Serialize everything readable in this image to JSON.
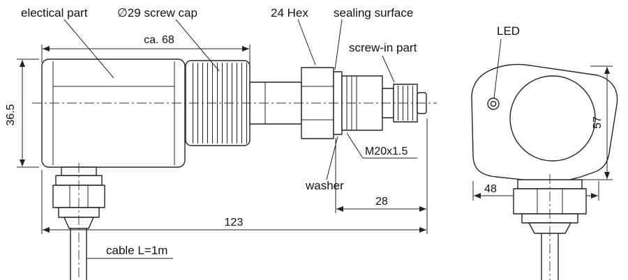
{
  "drawing": {
    "title": "pressure sensor dimensional drawing",
    "colors": {
      "ink": "#1a1a1a",
      "background": "#ffffff"
    }
  },
  "labels": {
    "electrical_part": "electical part",
    "screw_cap": "∅29 screw cap",
    "hex": "24 Hex",
    "sealing_surface": "sealing surface",
    "screw_in_part": "screw-in part",
    "washer": "washer",
    "led": "LED",
    "cable": "cable L=1m"
  },
  "dimensions": {
    "length_cap": "ca. 68",
    "body_height": "36.5",
    "thread": "M20x1.5",
    "tip_length": "28",
    "total_length": "123",
    "front_width": "48",
    "front_height": "57"
  }
}
